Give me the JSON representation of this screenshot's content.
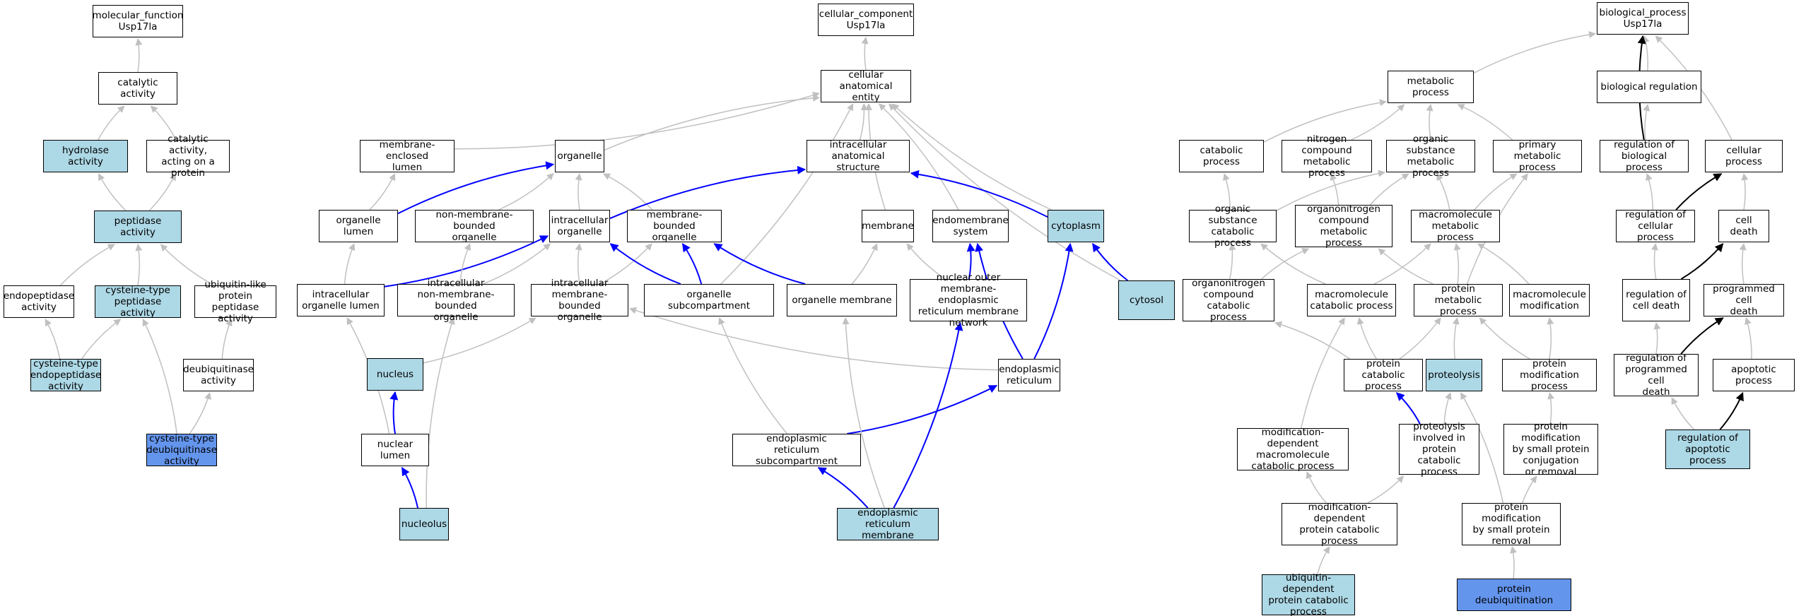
{
  "nodes": [
    {
      "id": "mf",
      "label": "molecular_function\nUsp17la",
      "fill": "white"
    },
    {
      "id": "cat",
      "label": "catalytic activity",
      "fill": "white"
    },
    {
      "id": "hyd",
      "label": "hydrolase activity",
      "fill": "light"
    },
    {
      "id": "catp",
      "label": "catalytic activity,\nacting on a\nprotein",
      "fill": "white"
    },
    {
      "id": "pep",
      "label": "peptidase activity",
      "fill": "light"
    },
    {
      "id": "endop",
      "label": "endopeptidase\nactivity",
      "fill": "white"
    },
    {
      "id": "cyspep",
      "label": "cysteine-type\npeptidase activity",
      "fill": "light"
    },
    {
      "id": "ubl",
      "label": "ubiquitin-like\nprotein peptidase\nactivity",
      "fill": "white"
    },
    {
      "id": "cysend",
      "label": "cysteine-type\nendopeptidase\nactivity",
      "fill": "light"
    },
    {
      "id": "deub",
      "label": "deubiquitinase\nactivity",
      "fill": "white"
    },
    {
      "id": "cysdeub",
      "label": "cysteine-type\ndeubiquitinase\nactivity",
      "fill": "blue"
    },
    {
      "id": "cc",
      "label": "cellular_component\nUsp17la",
      "fill": "white"
    },
    {
      "id": "cae",
      "label": "cellular anatomical\nentity",
      "fill": "white"
    },
    {
      "id": "mel",
      "label": "membrane-enclosed\nlumen",
      "fill": "white"
    },
    {
      "id": "org",
      "label": "organelle",
      "fill": "white"
    },
    {
      "id": "ias",
      "label": "intracellular\nanatomical structure",
      "fill": "white"
    },
    {
      "id": "orgl",
      "label": "organelle lumen",
      "fill": "white"
    },
    {
      "id": "nmbo",
      "label": "non-membrane-bounded\norganelle",
      "fill": "white"
    },
    {
      "id": "io",
      "label": "intracellular\norganelle",
      "fill": "white"
    },
    {
      "id": "mbo",
      "label": "membrane-bounded\norganelle",
      "fill": "white"
    },
    {
      "id": "mem",
      "label": "membrane",
      "fill": "white"
    },
    {
      "id": "ems",
      "label": "endomembrane\nsystem",
      "fill": "white"
    },
    {
      "id": "cyto",
      "label": "cytoplasm",
      "fill": "light"
    },
    {
      "id": "iol",
      "label": "intracellular\norganelle lumen",
      "fill": "white"
    },
    {
      "id": "inmbo",
      "label": "intracellular\nnon-membrane-bounded\norganelle",
      "fill": "white"
    },
    {
      "id": "imbo",
      "label": "intracellular\nmembrane-bounded\norganelle",
      "fill": "white"
    },
    {
      "id": "osc",
      "label": "organelle subcompartment",
      "fill": "white"
    },
    {
      "id": "om",
      "label": "organelle membrane",
      "fill": "white"
    },
    {
      "id": "nome",
      "label": "nuclear outer\nmembrane-endoplasmic\nreticulum membrane\nnetwork",
      "fill": "white"
    },
    {
      "id": "cytosol",
      "label": "cytosol",
      "fill": "light"
    },
    {
      "id": "nuc",
      "label": "nucleus",
      "fill": "light"
    },
    {
      "id": "er",
      "label": "endoplasmic\nreticulum",
      "fill": "white"
    },
    {
      "id": "nl",
      "label": "nuclear lumen",
      "fill": "white"
    },
    {
      "id": "ersc",
      "label": "endoplasmic\nreticulum subcompartment",
      "fill": "white"
    },
    {
      "id": "nucleolus",
      "label": "nucleolus",
      "fill": "light"
    },
    {
      "id": "erm",
      "label": "endoplasmic\nreticulum membrane",
      "fill": "light"
    },
    {
      "id": "bp",
      "label": "biological_process\nUsp17la",
      "fill": "white"
    },
    {
      "id": "mp",
      "label": "metabolic process",
      "fill": "white"
    },
    {
      "id": "breg",
      "label": "biological regulation",
      "fill": "white"
    },
    {
      "id": "catproc",
      "label": "catabolic process",
      "fill": "white"
    },
    {
      "id": "ncmp",
      "label": "nitrogen compound\nmetabolic process",
      "fill": "white"
    },
    {
      "id": "osmp",
      "label": "organic substance\nmetabolic process",
      "fill": "white"
    },
    {
      "id": "pmp",
      "label": "primary metabolic\nprocess",
      "fill": "white"
    },
    {
      "id": "rbp",
      "label": "regulation of\nbiological process",
      "fill": "white"
    },
    {
      "id": "cp",
      "label": "cellular process",
      "fill": "white"
    },
    {
      "id": "oscp",
      "label": "organic substance\ncatabolic process",
      "fill": "white"
    },
    {
      "id": "oncmp",
      "label": "organonitrogen\ncompound metabolic\nprocess",
      "fill": "white"
    },
    {
      "id": "mmp",
      "label": "macromolecule\nmetabolic process",
      "fill": "white"
    },
    {
      "id": "rcp",
      "label": "regulation of\ncellular process",
      "fill": "white"
    },
    {
      "id": "cd",
      "label": "cell death",
      "fill": "white"
    },
    {
      "id": "onccp",
      "label": "organonitrogen\ncompound catabolic\nprocess",
      "fill": "white"
    },
    {
      "id": "mcp",
      "label": "macromolecule\ncatabolic process",
      "fill": "white"
    },
    {
      "id": "protmp",
      "label": "protein metabolic\nprocess",
      "fill": "white"
    },
    {
      "id": "mm",
      "label": "macromolecule\nmodification",
      "fill": "white"
    },
    {
      "id": "rcd",
      "label": "regulation of\ncell death",
      "fill": "white"
    },
    {
      "id": "pcd",
      "label": "programmed cell\ndeath",
      "fill": "white"
    },
    {
      "id": "pcp",
      "label": "protein catabolic\nprocess",
      "fill": "white"
    },
    {
      "id": "prot",
      "label": "proteolysis",
      "fill": "light"
    },
    {
      "id": "pmod",
      "label": "protein modification\nprocess",
      "fill": "white"
    },
    {
      "id": "rpcd",
      "label": "regulation of\nprogrammed cell\ndeath",
      "fill": "white"
    },
    {
      "id": "ap",
      "label": "apoptotic process",
      "fill": "white"
    },
    {
      "id": "mdmcp",
      "label": "modification-dependent\nmacromolecule\ncatabolic process",
      "fill": "white"
    },
    {
      "id": "pipcp",
      "label": "proteolysis\ninvolved in\nprotein catabolic\nprocess",
      "fill": "white"
    },
    {
      "id": "pmspc",
      "label": "protein modification\nby small protein\nconjugation\nor removal",
      "fill": "white"
    },
    {
      "id": "rap",
      "label": "regulation of\napoptotic process",
      "fill": "light"
    },
    {
      "id": "mdpcp",
      "label": "modification-dependent\nprotein catabolic\nprocess",
      "fill": "white"
    },
    {
      "id": "pmspr",
      "label": "protein modification\nby small protein\nremoval",
      "fill": "white"
    },
    {
      "id": "udpcp",
      "label": "ubiquitin-dependent\nprotein catabolic\nprocess",
      "fill": "light"
    },
    {
      "id": "pdeub",
      "label": "protein deubiquitination",
      "fill": "blue"
    }
  ],
  "edges": [
    {
      "from": "cat",
      "to": "mf",
      "color": "gray"
    },
    {
      "from": "hyd",
      "to": "cat",
      "color": "gray"
    },
    {
      "from": "catp",
      "to": "cat",
      "color": "gray"
    },
    {
      "from": "pep",
      "to": "hyd",
      "color": "gray"
    },
    {
      "from": "pep",
      "to": "catp",
      "color": "gray"
    },
    {
      "from": "endop",
      "to": "pep",
      "color": "gray"
    },
    {
      "from": "cyspep",
      "to": "pep",
      "color": "gray"
    },
    {
      "from": "ubl",
      "to": "pep",
      "color": "gray"
    },
    {
      "from": "cysend",
      "to": "endop",
      "color": "gray"
    },
    {
      "from": "cysend",
      "to": "cyspep",
      "color": "gray"
    },
    {
      "from": "cysdeub",
      "to": "cyspep",
      "color": "gray"
    },
    {
      "from": "deub",
      "to": "ubl",
      "color": "gray"
    },
    {
      "from": "cysdeub",
      "to": "deub",
      "color": "gray"
    },
    {
      "from": "cae",
      "to": "cc",
      "color": "gray"
    },
    {
      "from": "mel",
      "to": "cae",
      "color": "gray"
    },
    {
      "from": "org",
      "to": "cae",
      "color": "gray"
    },
    {
      "from": "ias",
      "to": "cae",
      "color": "gray"
    },
    {
      "from": "mem",
      "to": "cae",
      "color": "gray"
    },
    {
      "from": "ems",
      "to": "cae",
      "color": "gray"
    },
    {
      "from": "cyto",
      "to": "cae",
      "color": "gray"
    },
    {
      "from": "osc",
      "to": "cae",
      "color": "gray"
    },
    {
      "from": "cytosol",
      "to": "cae",
      "color": "gray"
    },
    {
      "from": "orgl",
      "to": "mel",
      "color": "gray"
    },
    {
      "from": "orgl",
      "to": "org",
      "color": "blue"
    },
    {
      "from": "nmbo",
      "to": "org",
      "color": "gray"
    },
    {
      "from": "io",
      "to": "org",
      "color": "gray"
    },
    {
      "from": "mbo",
      "to": "org",
      "color": "gray"
    },
    {
      "from": "io",
      "to": "ias",
      "color": "blue"
    },
    {
      "from": "cyto",
      "to": "ias",
      "color": "blue"
    },
    {
      "from": "iol",
      "to": "orgl",
      "color": "gray"
    },
    {
      "from": "iol",
      "to": "io",
      "color": "blue"
    },
    {
      "from": "inmbo",
      "to": "nmbo",
      "color": "gray"
    },
    {
      "from": "inmbo",
      "to": "io",
      "color": "gray"
    },
    {
      "from": "imbo",
      "to": "io",
      "color": "gray"
    },
    {
      "from": "imbo",
      "to": "mbo",
      "color": "gray"
    },
    {
      "from": "osc",
      "to": "io",
      "color": "blue"
    },
    {
      "from": "osc",
      "to": "mbo",
      "color": "blue"
    },
    {
      "from": "om",
      "to": "mbo",
      "color": "blue"
    },
    {
      "from": "om",
      "to": "mem",
      "color": "gray"
    },
    {
      "from": "nome",
      "to": "mem",
      "color": "gray"
    },
    {
      "from": "nome",
      "to": "ems",
      "color": "blue"
    },
    {
      "from": "er",
      "to": "ems",
      "color": "blue"
    },
    {
      "from": "er",
      "to": "cyto",
      "color": "blue"
    },
    {
      "from": "cytosol",
      "to": "cyto",
      "color": "blue"
    },
    {
      "from": "nuc",
      "to": "imbo",
      "color": "gray"
    },
    {
      "from": "er",
      "to": "imbo",
      "color": "gray"
    },
    {
      "from": "nl",
      "to": "iol",
      "color": "gray"
    },
    {
      "from": "nl",
      "to": "nuc",
      "color": "blue"
    },
    {
      "from": "nucleolus",
      "to": "nl",
      "color": "blue"
    },
    {
      "from": "nucleolus",
      "to": "inmbo",
      "color": "gray"
    },
    {
      "from": "ersc",
      "to": "er",
      "color": "blue"
    },
    {
      "from": "ersc",
      "to": "osc",
      "color": "gray"
    },
    {
      "from": "erm",
      "to": "ersc",
      "color": "blue"
    },
    {
      "from": "erm",
      "to": "om",
      "color": "gray"
    },
    {
      "from": "erm",
      "to": "nome",
      "color": "blue"
    },
    {
      "from": "mp",
      "to": "bp",
      "color": "gray"
    },
    {
      "from": "breg",
      "to": "bp",
      "color": "gray"
    },
    {
      "from": "rbp",
      "to": "bp",
      "color": "black"
    },
    {
      "from": "cp",
      "to": "bp",
      "color": "gray"
    },
    {
      "from": "catproc",
      "to": "mp",
      "color": "gray"
    },
    {
      "from": "ncmp",
      "to": "mp",
      "color": "gray"
    },
    {
      "from": "osmp",
      "to": "mp",
      "color": "gray"
    },
    {
      "from": "pmp",
      "to": "mp",
      "color": "gray"
    },
    {
      "from": "rbp",
      "to": "breg",
      "color": "gray"
    },
    {
      "from": "oscp",
      "to": "catproc",
      "color": "gray"
    },
    {
      "from": "oscp",
      "to": "osmp",
      "color": "gray"
    },
    {
      "from": "oncmp",
      "to": "ncmp",
      "color": "gray"
    },
    {
      "from": "oncmp",
      "to": "osmp",
      "color": "gray"
    },
    {
      "from": "mmp",
      "to": "osmp",
      "color": "gray"
    },
    {
      "from": "mmp",
      "to": "pmp",
      "color": "gray"
    },
    {
      "from": "rcp",
      "to": "rbp",
      "color": "gray"
    },
    {
      "from": "rcp",
      "to": "cp",
      "color": "black"
    },
    {
      "from": "cd",
      "to": "cp",
      "color": "gray"
    },
    {
      "from": "onccp",
      "to": "oncmp",
      "color": "gray"
    },
    {
      "from": "onccp",
      "to": "oscp",
      "color": "gray"
    },
    {
      "from": "mcp",
      "to": "oscp",
      "color": "gray"
    },
    {
      "from": "mcp",
      "to": "mmp",
      "color": "gray"
    },
    {
      "from": "protmp",
      "to": "oncmp",
      "color": "gray"
    },
    {
      "from": "protmp",
      "to": "mmp",
      "color": "gray"
    },
    {
      "from": "protmp",
      "to": "pmp",
      "color": "gray"
    },
    {
      "from": "mm",
      "to": "mmp",
      "color": "gray"
    },
    {
      "from": "rcd",
      "to": "rcp",
      "color": "gray"
    },
    {
      "from": "rcd",
      "to": "cd",
      "color": "black"
    },
    {
      "from": "pcd",
      "to": "cd",
      "color": "gray"
    },
    {
      "from": "pcp",
      "to": "onccp",
      "color": "gray"
    },
    {
      "from": "pcp",
      "to": "mcp",
      "color": "gray"
    },
    {
      "from": "pcp",
      "to": "protmp",
      "color": "gray"
    },
    {
      "from": "prot",
      "to": "protmp",
      "color": "gray"
    },
    {
      "from": "pmod",
      "to": "mm",
      "color": "gray"
    },
    {
      "from": "pmod",
      "to": "protmp",
      "color": "gray"
    },
    {
      "from": "rpcd",
      "to": "rcd",
      "color": "gray"
    },
    {
      "from": "rpcd",
      "to": "pcd",
      "color": "black"
    },
    {
      "from": "ap",
      "to": "pcd",
      "color": "gray"
    },
    {
      "from": "mdmcp",
      "to": "mcp",
      "color": "gray"
    },
    {
      "from": "pipcp",
      "to": "pcp",
      "color": "blue"
    },
    {
      "from": "pipcp",
      "to": "prot",
      "color": "gray"
    },
    {
      "from": "pmspc",
      "to": "pmod",
      "color": "gray"
    },
    {
      "from": "rap",
      "to": "rpcd",
      "color": "gray"
    },
    {
      "from": "rap",
      "to": "ap",
      "color": "black"
    },
    {
      "from": "mdpcp",
      "to": "mdmcp",
      "color": "gray"
    },
    {
      "from": "mdpcp",
      "to": "pipcp",
      "color": "gray"
    },
    {
      "from": "pmspr",
      "to": "pmspc",
      "color": "gray"
    },
    {
      "from": "pmspr",
      "to": "prot",
      "color": "gray"
    },
    {
      "from": "udpcp",
      "to": "mdpcp",
      "color": "gray"
    },
    {
      "from": "pdeub",
      "to": "pmspr",
      "color": "gray"
    }
  ],
  "colors": {
    "white": "#ffffff",
    "light": "#add8e6",
    "blue": "#6495ed",
    "gray": "#c0c0c0",
    "edge_blue": "#0000ff",
    "edge_black": "#000000"
  }
}
